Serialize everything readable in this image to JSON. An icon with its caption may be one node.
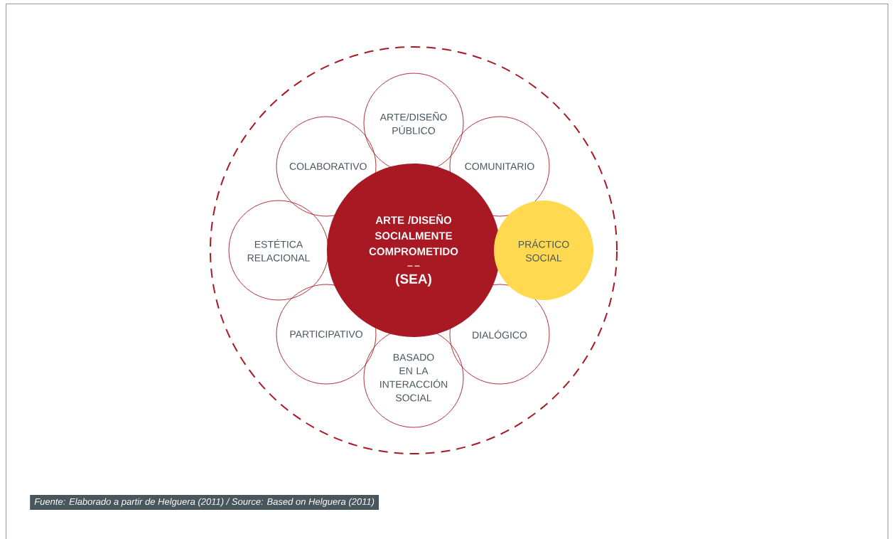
{
  "diagram": {
    "caption": "Fuente: Elaborado a partir de Helguera (2011) / Source: Based on Helguera (2011)",
    "nodes": [
      {
        "text": [],
        "shape": "circle"
      },
      {
        "text": [
          "ARTE /DISEÑO SOCIALMENTE COMPROMETIDO",
          "(SEA)"
        ],
        "in": 0
      },
      {
        "text": [
          "ARTE/DISEÑO PÚBLICO"
        ],
        "in": 0
      },
      {
        "text": [
          "COMUNITARIO"
        ],
        "in": 0
      },
      {
        "text": [
          "PRÁCTICO SOCIAL"
        ],
        "in": 0
      },
      {
        "text": [
          "DIALÓGICO"
        ],
        "in": 0
      },
      {
        "text": [
          "BASADO EN LA INTERACCIÓN SOCIAL"
        ],
        "in": 0
      },
      {
        "text": [
          "PARTICIPATIVO"
        ],
        "in": 0
      },
      {
        "text": [
          "ESTÉTICA RELACIONAL"
        ],
        "in": 0
      },
      {
        "text": [
          "COLABORATIVO"
        ],
        "in": 0
      }
    ]
  }
}
